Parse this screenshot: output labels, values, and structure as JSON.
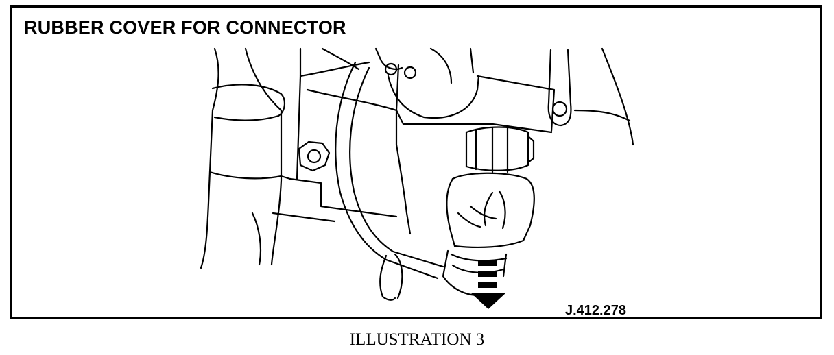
{
  "figure": {
    "title": "RUBBER COVER FOR CONNECTOR",
    "reference": "J.412.278"
  },
  "caption": "ILLUSTRATION 3",
  "icons": {
    "direction_arrow": "dashed-down-arrow-icon",
    "nut": "hex-nut-icon"
  }
}
